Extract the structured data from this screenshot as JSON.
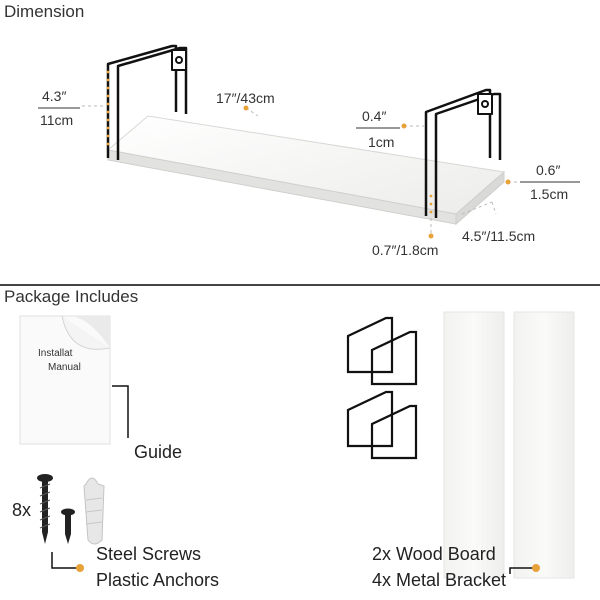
{
  "sections": {
    "dimension_title": "Dimension",
    "package_title": "Package Includes"
  },
  "dimensions": {
    "height_in": "4.3″",
    "height_cm": "11cm",
    "length": "17″/43cm",
    "bracket_width_in": "0.4″",
    "bracket_width_cm": "1cm",
    "thickness_in": "0.6″",
    "thickness_cm": "1.5cm",
    "depth": "4.5″/11.5cm",
    "bracket_gap": "0.7″/1.8cm"
  },
  "package": {
    "manual_line1": "Installat",
    "manual_line2": "Manual",
    "guide_label": "Guide",
    "screw_count": "8x",
    "screws_label": "Steel Screws",
    "anchors_label": "Plastic Anchors",
    "boards_label": "2x Wood Board",
    "brackets_label": "4x Metal Bracket"
  },
  "colors": {
    "accent_dot": "#e8a23a",
    "wood": "#f4f4f2",
    "metal": "#111111"
  }
}
